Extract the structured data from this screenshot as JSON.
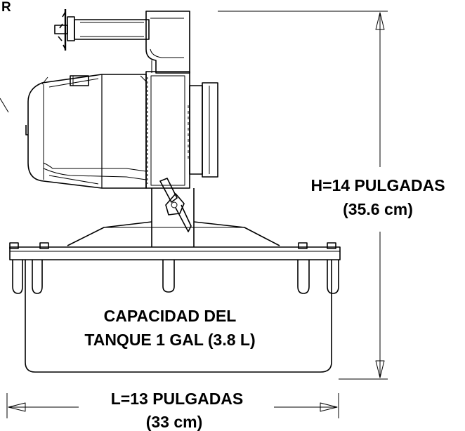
{
  "corner_label": "R",
  "tank_label": {
    "line1": "CAPACIDAD DEL",
    "line2": "TANQUE 1 GAL (3.8 L)"
  },
  "height_label": {
    "line1": "H=14 PULGADAS",
    "line2": "(35.6 cm)"
  },
  "length_label": {
    "line1": "L=13 PULGADAS",
    "line2": "(33 cm)"
  },
  "colors": {
    "line": "#000000",
    "background": "#ffffff"
  }
}
